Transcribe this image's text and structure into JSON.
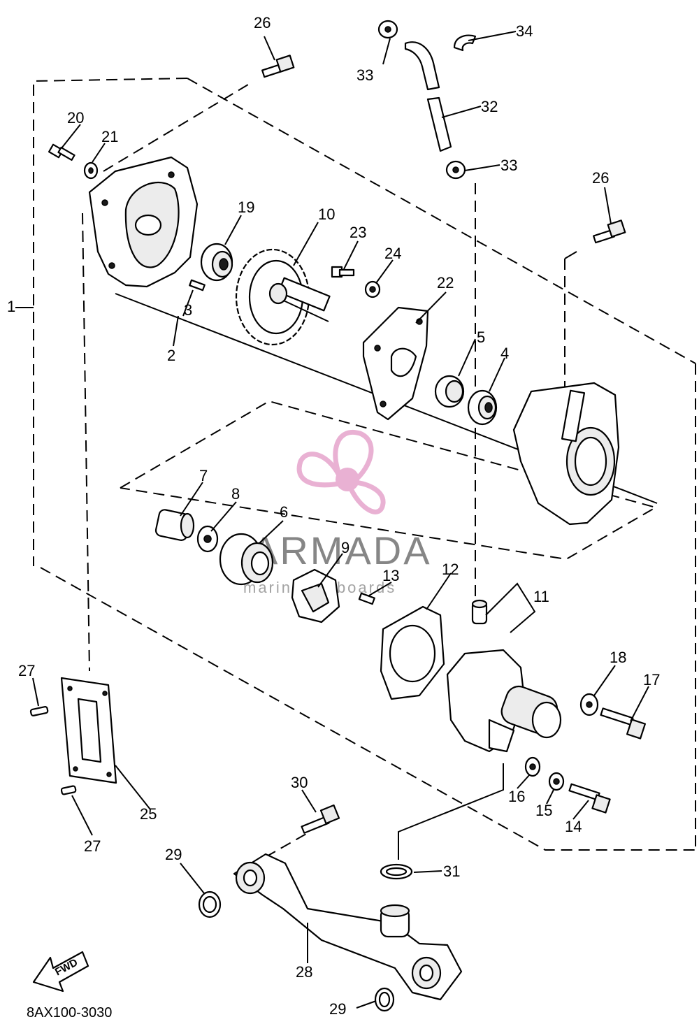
{
  "labels": {
    "l1": "1",
    "l2": "2",
    "l3": "3",
    "l4": "4",
    "l5": "5",
    "l6": "6",
    "l7": "7",
    "l8": "8",
    "l9": "9",
    "l10": "10",
    "l11": "11",
    "l12": "12",
    "l13": "13",
    "l14": "14",
    "l15": "15",
    "l16": "16",
    "l17": "17",
    "l18": "18",
    "l19": "19",
    "l20": "20",
    "l21": "21",
    "l22": "22",
    "l23": "23",
    "l24": "24",
    "l25": "25",
    "l26a": "26",
    "l26b": "26",
    "l27a": "27",
    "l27b": "27",
    "l28": "28",
    "l29a": "29",
    "l29b": "29",
    "l30": "30",
    "l31": "31",
    "l32": "32",
    "l33a": "33",
    "l33b": "33",
    "l34": "34"
  },
  "caption": "8AX100-3030",
  "fwd_label": "FWD",
  "watermark": {
    "brand": "ARMADA",
    "tagline": "marine outboards",
    "accent": "#e7a9cf"
  }
}
